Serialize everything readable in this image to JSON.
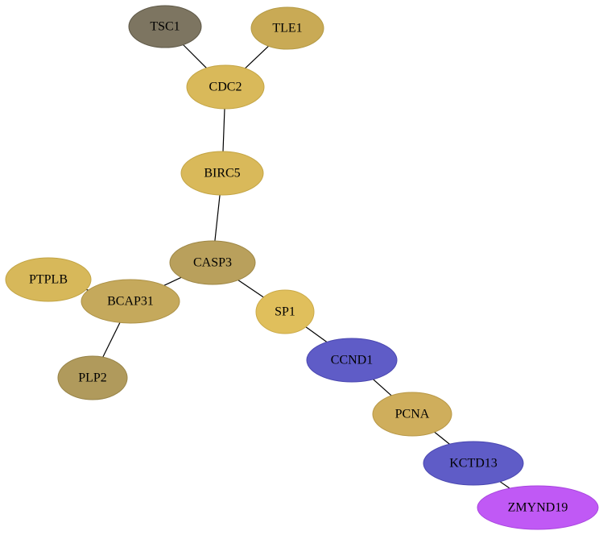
{
  "nodes": [
    {
      "id": "TSC1",
      "label": "TSC1",
      "fill": "#7d7561",
      "stroke": "#5e5847"
    },
    {
      "id": "TLE1",
      "label": "TLE1",
      "fill": "#c9aa55",
      "stroke": "#b49a45"
    },
    {
      "id": "CDC2",
      "label": "CDC2",
      "fill": "#d9b95a",
      "stroke": "#c4a545"
    },
    {
      "id": "BIRC5",
      "label": "BIRC5",
      "fill": "#d9b95a",
      "stroke": "#c4a545"
    },
    {
      "id": "CASP3",
      "label": "CASP3",
      "fill": "#b9a05c",
      "stroke": "#9e8746"
    },
    {
      "id": "PTPLB",
      "label": "PTPLB",
      "fill": "#d7b85a",
      "stroke": "#c2a445"
    },
    {
      "id": "BCAP31",
      "label": "BCAP31",
      "fill": "#c5a95c",
      "stroke": "#ad9247"
    },
    {
      "id": "SP1",
      "label": "SP1",
      "fill": "#e0bf5c",
      "stroke": "#cbaa48"
    },
    {
      "id": "PLP2",
      "label": "PLP2",
      "fill": "#b09a5c",
      "stroke": "#978347"
    },
    {
      "id": "CCND1",
      "label": "CCND1",
      "fill": "#5f5cc7",
      "stroke": "#4a47b0"
    },
    {
      "id": "PCNA",
      "label": "PCNA",
      "fill": "#cfae5c",
      "stroke": "#b89847"
    },
    {
      "id": "KCTD13",
      "label": "KCTD13",
      "fill": "#5f5cc7",
      "stroke": "#4a47b0"
    },
    {
      "id": "ZMYND19",
      "label": "ZMYND19",
      "fill": "#c059f5",
      "stroke": "#a845de"
    }
  ],
  "edges": [
    {
      "from": "TSC1",
      "to": "CDC2"
    },
    {
      "from": "TLE1",
      "to": "CDC2"
    },
    {
      "from": "CDC2",
      "to": "BIRC5"
    },
    {
      "from": "BIRC5",
      "to": "CASP3"
    },
    {
      "from": "CASP3",
      "to": "BCAP31"
    },
    {
      "from": "CASP3",
      "to": "SP1"
    },
    {
      "from": "PTPLB",
      "to": "BCAP31"
    },
    {
      "from": "BCAP31",
      "to": "PLP2"
    },
    {
      "from": "SP1",
      "to": "CCND1"
    },
    {
      "from": "CCND1",
      "to": "PCNA"
    },
    {
      "from": "PCNA",
      "to": "KCTD13"
    },
    {
      "from": "KCTD13",
      "to": "ZMYND19"
    }
  ]
}
